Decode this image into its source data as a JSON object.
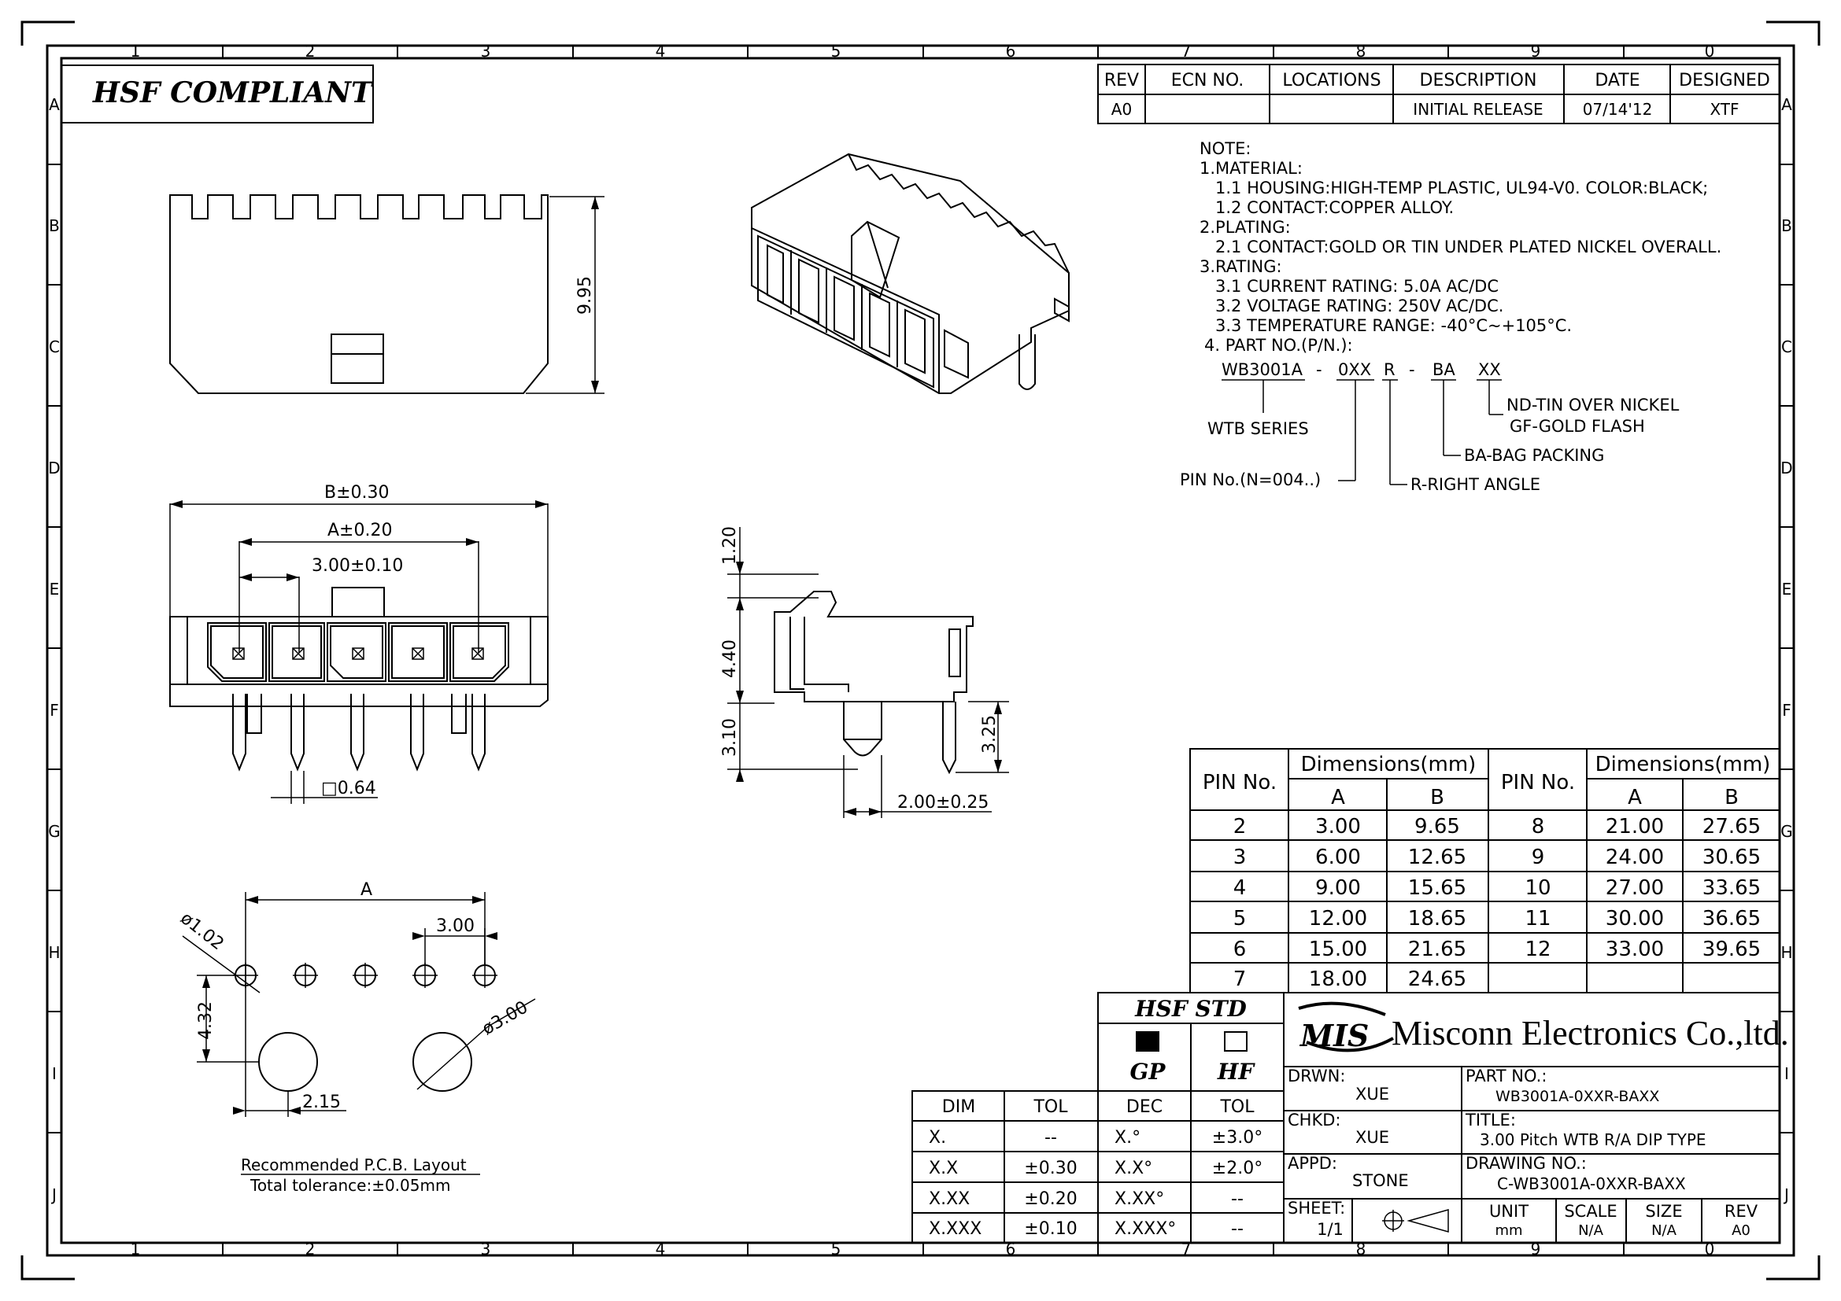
{
  "header": {
    "compliance": "HSF  COMPLIANT",
    "columns": [
      "1",
      "2",
      "3",
      "4",
      "5",
      "6",
      "7",
      "8",
      "9",
      "0"
    ],
    "rows": [
      "A",
      "B",
      "C",
      "D",
      "E",
      "F",
      "G",
      "H",
      "I",
      "J"
    ]
  },
  "revision": {
    "headers": [
      "REV",
      "ECN NO.",
      "LOCATIONS",
      "DESCRIPTION",
      "DATE",
      "DESIGNED"
    ],
    "row": [
      "A0",
      "",
      "",
      "INITIAL RELEASE",
      "07/14'12",
      "XTF"
    ]
  },
  "notes": {
    "lines": [
      "NOTE:",
      "1.MATERIAL:",
      "1.1  HOUSING:HIGH-TEMP  PLASTIC,  UL94-V0.  COLOR:BLACK;",
      "1.2  CONTACT:COPPER  ALLOY.",
      "2.PLATING:",
      "2.1  CONTACT:GOLD  OR  TIN  UNDER  PLATED  NICKEL  OVERALL.",
      "3.RATING:",
      "3.1  CURRENT  RATING:  5.0A  AC/DC",
      "3.2  VOLTAGE  RATING:  250V  AC/DC.",
      "3.3  TEMPERATURE  RANGE:  -40°C~+105°C.",
      "4.  PART  NO.(P/N.):"
    ],
    "part_code": {
      "p1": "WB3001A",
      "d1": "-",
      "p2": "0XX",
      "p3": "R",
      "d2": "-",
      "p4": "BA",
      "p5": "XX"
    },
    "legend": {
      "series": "WTB  SERIES",
      "pin": "PIN  No.(N=004..)",
      "angle": "R-RIGHT  ANGLE",
      "packing": "BA-BAG  PACKING",
      "plating1": "ND-TIN  OVER  NICKEL",
      "plating2": "GF-GOLD  FLASH"
    }
  },
  "dims": {
    "front_height": "9.95",
    "b": "B±0.30",
    "a": "A±0.20",
    "pitch": "3.00±0.10",
    "pin_sq": "□0.64",
    "side_top": "1.20",
    "side_mid": "4.40",
    "side_bot": "3.10",
    "side_pin": "3.25",
    "side_w": "2.00±0.25",
    "pcb_a": "A",
    "pcb_pitch": "3.00",
    "pcb_hole": "ø1.02",
    "pcb_peg": "ø3.00",
    "pcb_row": "4.32",
    "pcb_off": "2.15",
    "pcb_title": "Recommended  P.C.B.  Layout",
    "pcb_tol": "Total  tolerance:±0.05mm"
  },
  "dim_table": {
    "pin_header": "PIN  No.",
    "group_header": "Dimensions(mm)",
    "col_a": "A",
    "col_b": "B",
    "left": [
      [
        "2",
        "3.00",
        "9.65"
      ],
      [
        "3",
        "6.00",
        "12.65"
      ],
      [
        "4",
        "9.00",
        "15.65"
      ],
      [
        "5",
        "12.00",
        "18.65"
      ],
      [
        "6",
        "15.00",
        "21.65"
      ],
      [
        "7",
        "18.00",
        "24.65"
      ]
    ],
    "right": [
      [
        "8",
        "21.00",
        "27.65"
      ],
      [
        "9",
        "24.00",
        "30.65"
      ],
      [
        "10",
        "27.00",
        "33.65"
      ],
      [
        "11",
        "30.00",
        "36.65"
      ],
      [
        "12",
        "33.00",
        "39.65"
      ],
      [
        "",
        "",
        ""
      ]
    ]
  },
  "tolerance": {
    "headers": [
      "DIM",
      "TOL"
    ],
    "rows": [
      [
        "X.",
        "--"
      ],
      [
        "X.X",
        "±0.30"
      ],
      [
        "X.XX",
        "±0.20"
      ],
      [
        "X.XXX",
        "±0.10"
      ]
    ]
  },
  "hsf": {
    "title": "HSF  STD",
    "gp": "GP",
    "hf": "HF",
    "headers": [
      "DEC",
      "TOL"
    ],
    "rows": [
      [
        "X.°",
        "±3.0°"
      ],
      [
        "X.X°",
        "±2.0°"
      ],
      [
        "X.XX°",
        "--"
      ],
      [
        "X.XXX°",
        "--"
      ]
    ]
  },
  "title_block": {
    "logo": "MIS",
    "company": "Misconn Electronics Co.,ltd.",
    "drwn_label": "DRWN:",
    "drwn": "XUE",
    "chkd_label": "CHKD:",
    "chkd": "XUE",
    "appd_label": "APPD:",
    "appd": "STONE",
    "part_label": "PART  NO.:",
    "part": "WB3001A-0XXR-BAXX",
    "title_label": "TITLE:",
    "title": "3.00  Pitch  WTB  R/A  DIP  TYPE",
    "dwg_label": "DRAWING  NO.:",
    "dwg": "C-WB3001A-0XXR-BAXX",
    "sheet_label": "SHEET:",
    "sheet": "1/1",
    "unit_label": "UNIT",
    "unit": "mm",
    "scale_label": "SCALE",
    "scale": "N/A",
    "size_label": "SIZE",
    "size": "N/A",
    "rev_label": "REV",
    "rev": "A0"
  }
}
